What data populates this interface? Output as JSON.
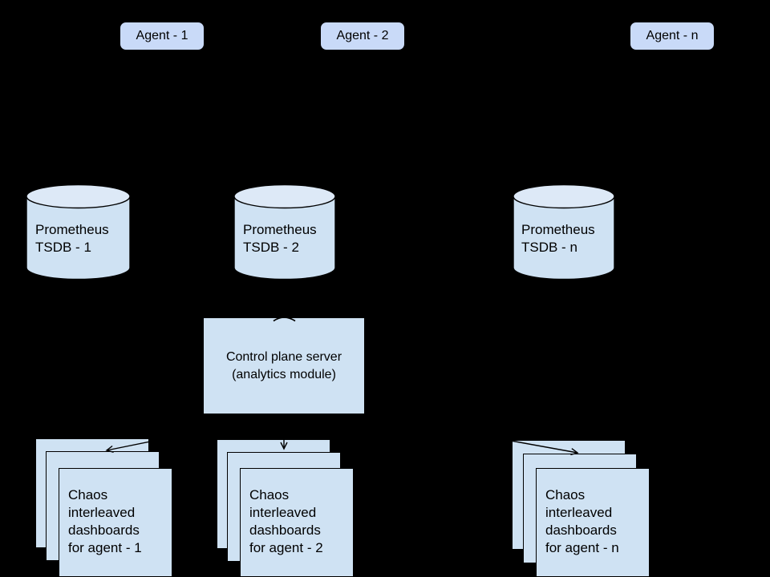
{
  "diagram": {
    "background": "#000000",
    "colors": {
      "agent_fill": "#c9daf8",
      "shape_fill": "#cfe2f3",
      "cylinder_top_fill": "#dde9f7",
      "stroke": "#000000",
      "text": "#000000"
    },
    "agents": [
      {
        "label": "Agent - 1"
      },
      {
        "label": "Agent - 2"
      },
      {
        "label": "Agent - n"
      }
    ],
    "tsdbs": [
      {
        "line1": "Prometheus",
        "line2": "TSDB - 1"
      },
      {
        "line1": "Prometheus",
        "line2": "TSDB - 2"
      },
      {
        "line1": "Prometheus",
        "line2": "TSDB - n"
      }
    ],
    "control_plane": {
      "line1": "Control plane server",
      "line2": "(analytics module)"
    },
    "dashboard_stacks": [
      {
        "lines": [
          "Chaos",
          "interleaved",
          "dashboards",
          "for agent - 1"
        ]
      },
      {
        "lines": [
          "Chaos",
          "interleaved",
          "dashboards",
          "for agent - 2"
        ]
      },
      {
        "lines": [
          "Chaos",
          "interleaved",
          "dashboards",
          "for agent - n"
        ]
      }
    ]
  }
}
